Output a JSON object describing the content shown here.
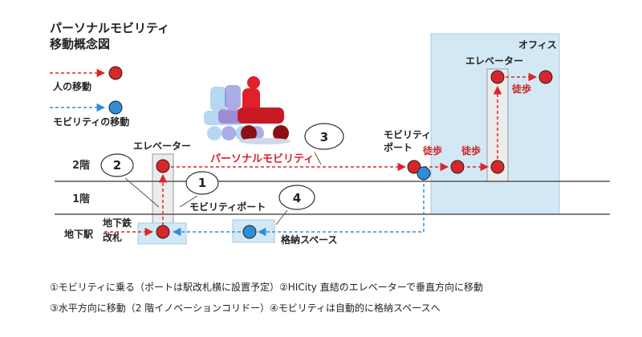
{
  "title": {
    "line1": "パーソナルモビリティ",
    "line2": "移動概念図"
  },
  "legend": {
    "person": "人の移動",
    "mobility": "モビリティの移動"
  },
  "floors": {
    "second": "2階",
    "first": "1階",
    "basement": "地下駅"
  },
  "labels": {
    "elevator_left": "エレベーター",
    "elevator_office": "エレベーター",
    "office": "オフィス",
    "mobility_port_1f": "モビリティポート",
    "mobility_port_2f_line1": "モビリティ",
    "mobility_port_2f_line2": "ポート",
    "personal_mobility": "パーソナルモビリティ",
    "subway_line1": "地下鉄",
    "subway_line2": "改札",
    "storage_space": "格納スペース",
    "walk_1": "徒歩",
    "walk_2": "徒歩",
    "walk_3": "徒歩"
  },
  "callouts": {
    "one": "1",
    "two": "2",
    "three": "3",
    "four": "4"
  },
  "colors": {
    "person": "#d9262c",
    "mobility": "#2f8fd6",
    "building": "#d3e8f5",
    "elevator": "#e8e8e8"
  },
  "captions": {
    "line1": "①モビリティに乗る（ポートは駅改札横に設置予定）②HICity 直結のエレベーターで垂直方向に移動",
    "line2": "③水平方向に移動（2 階イノベーションコリドー）④モビリティは自動的に格納スペースへ"
  }
}
